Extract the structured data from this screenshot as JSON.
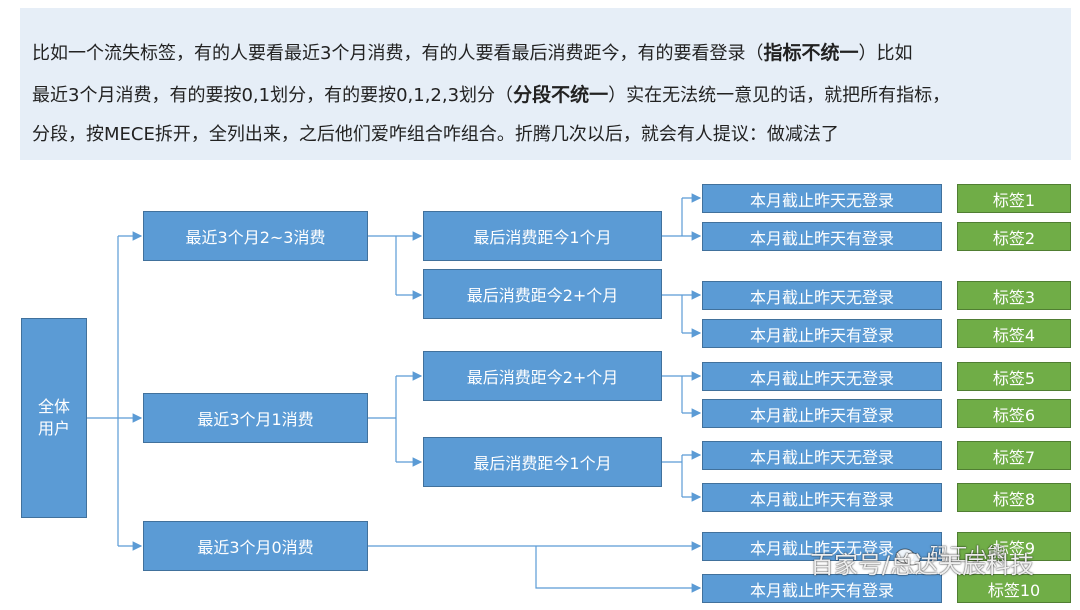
{
  "note": {
    "line1_a": "比如一个流失标签，有的人要看最近3个月消费，有的人要看最后消费距今，有的要看登录（",
    "line1_b": "指标不统一",
    "line1_c": "）比如",
    "line2_a": "最近3个月消费，有的要按0,1划分，有的要按0,1,2,3划分（",
    "line2_b": "分段不统一",
    "line2_c": "）实在无法统一意见的话，就把所有指标，",
    "line3": "分段，按MECE拆开，全列出来，之后他们爱咋组合咋组合。折腾几次以后，就会有人提议：做减法了"
  },
  "tree": {
    "root": {
      "line1": "全体",
      "line2": "用户"
    },
    "level1": [
      "最近3个月2~3消费",
      "最近3个月1消费",
      "最近3个月0消费"
    ],
    "level2": [
      "最后消费距今1个月",
      "最后消费距今2+个月",
      "最后消费距今2+个月",
      "最后消费距今1个月"
    ],
    "level3": [
      "本月截止昨天无登录",
      "本月截止昨天有登录",
      "本月截止昨天无登录",
      "本月截止昨天有登录",
      "本月截止昨天无登录",
      "本月截止昨天有登录",
      "本月截止昨天无登录",
      "本月截止昨天有登录",
      "本月截止昨天无登录",
      "本月截止昨天有登录"
    ],
    "tags": [
      "标签1",
      "标签2",
      "标签3",
      "标签4",
      "标签5",
      "标签6",
      "标签7",
      "标签8",
      "标签9",
      "标签10"
    ]
  },
  "watermark": {
    "main": "百家号/总达天辰科技",
    "sub": "码工小熊"
  },
  "colors": {
    "node_blue": "#5b9bd5",
    "tag_green": "#70ad47",
    "note_bg": "#e6eef7",
    "line": "#5b9bd5"
  }
}
